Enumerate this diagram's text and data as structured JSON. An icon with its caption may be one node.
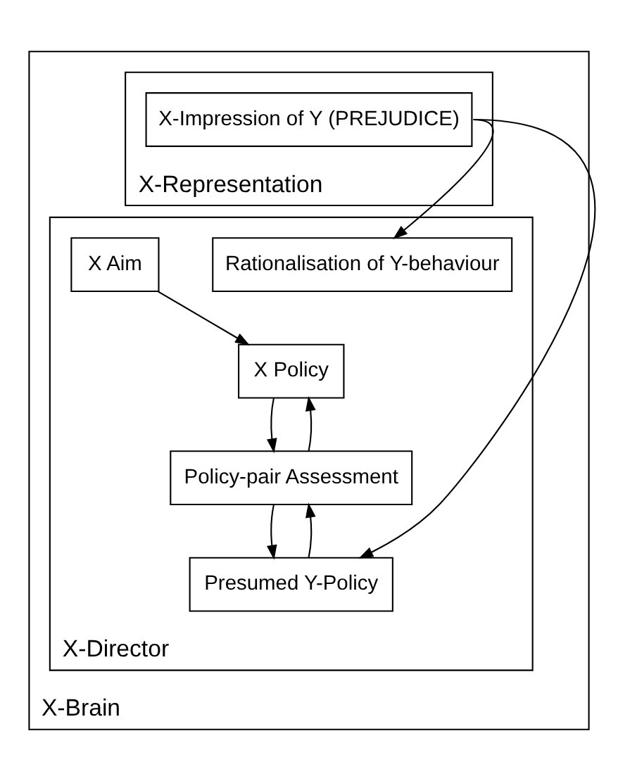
{
  "diagram": {
    "nodes": [
      {
        "text": [
          "X-Brain"
        ]
      },
      {
        "text": [
          "X-Representation"
        ],
        "in": 0
      },
      {
        "text": [
          "X-Impression of Y (PREJUDICE)"
        ],
        "in": 1
      },
      {
        "text": [
          "X-Director"
        ],
        "in": 0
      },
      {
        "text": [
          "Rationalisation of Y-behaviour"
        ],
        "in": 3
      },
      {
        "text": [
          "X Aim"
        ],
        "in": 3
      },
      {
        "text": [
          "Presumed Y-Policy"
        ],
        "in": 3
      },
      {
        "text": [
          "Policy-pair Assessment"
        ],
        "in": 3
      },
      {
        "text": [
          "X Policy"
        ],
        "in": 3
      }
    ],
    "edges": [
      {
        "from": 2,
        "to": 4,
        "arrow": "to"
      },
      {
        "from": 2,
        "to": 6,
        "arrow": "to"
      },
      {
        "from": 5,
        "to": 8,
        "arrow": "to"
      },
      {
        "from": 6,
        "to": 7,
        "arrow": "to"
      },
      {
        "from": 7,
        "to": 6,
        "arrow": "to"
      },
      {
        "from": 7,
        "to": 8,
        "arrow": "to"
      },
      {
        "from": 8,
        "to": 7,
        "arrow": "to"
      }
    ]
  }
}
